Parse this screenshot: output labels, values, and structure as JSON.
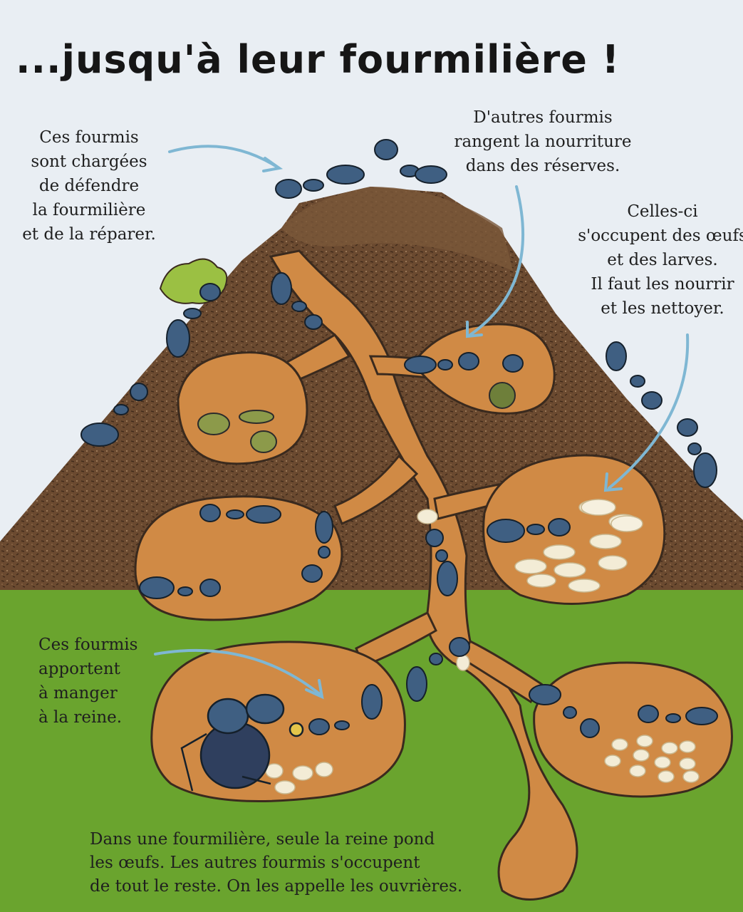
{
  "title": "...jusqu'à leur fourmilière !",
  "captions": {
    "defend": "Ces fourmis\nsont chargées\nde défendre\nla fourmilière\net de la réparer.",
    "store": "D'autres fourmis\nrangent la nourriture\ndans des réserves.",
    "eggs": "Celles-ci\ns'occupent des œufs\net des larves.\nIl faut les nourrir\net les nettoyer.",
    "feed": "Ces fourmis\napportent\nà manger\nà la reine.",
    "note": "Dans une fourmilière, seule la reine pond\nles œufs. Les autres fourmis s'occupent\nde tout le reste. On les appelle les ouvrières."
  },
  "colors": {
    "sky": "#e9eef3",
    "grass": "#6aa42e",
    "soil": "#6b4a30",
    "tunnel": "#d08a45",
    "tunnel_outline": "#3a2a1e",
    "ant": "#3f5f82",
    "arrow": "#7fb7d3",
    "egg": "#f3ecd6"
  },
  "icons": [
    "ant-icon",
    "queen-ant-icon",
    "egg-icon",
    "larva-icon",
    "leaf-icon",
    "seed-icon",
    "arrow-icon"
  ]
}
